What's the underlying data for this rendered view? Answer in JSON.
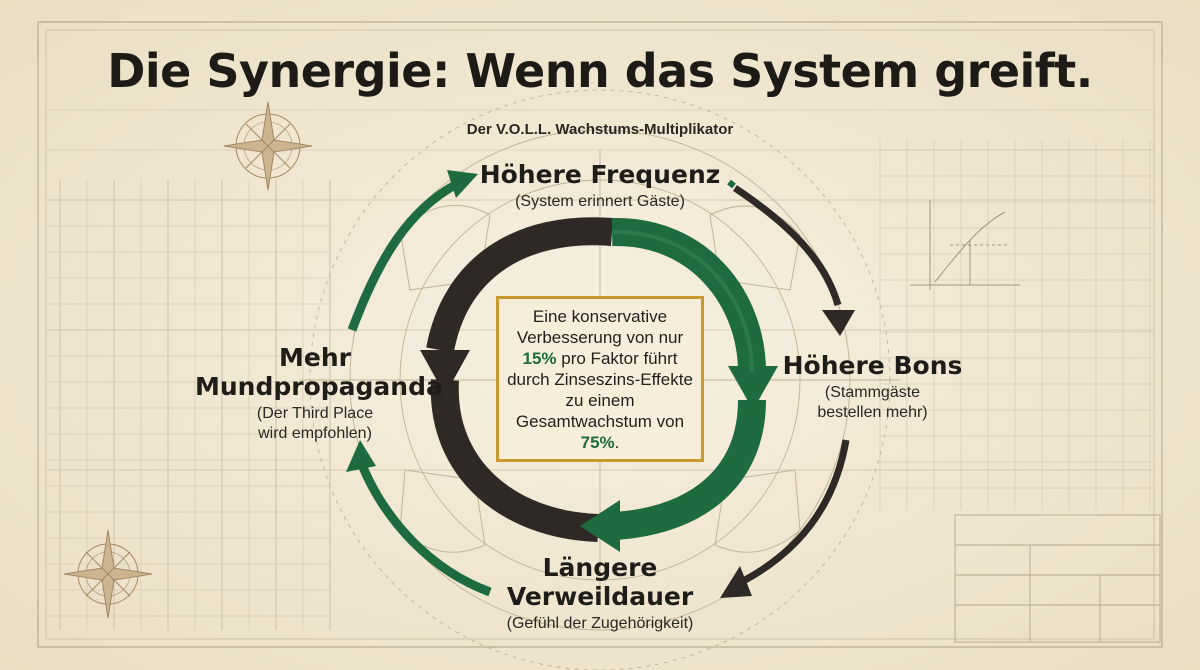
{
  "title": "Die Synergie: Wenn das System greift.",
  "subtitle": "Der V.O.L.L. Wachstums-Multiplikator",
  "colors": {
    "green": "#1d6b3e",
    "dark": "#2e2924",
    "gold": "#c8992e",
    "paper": "#f4ecda"
  },
  "nodes": {
    "top": {
      "heading": "Höhere Frequenz",
      "sub": "(System erinnert Gäste)"
    },
    "right": {
      "heading": "Höhere Bons",
      "sub_line1": "(Stammgäste",
      "sub_line2": "bestellen mehr)"
    },
    "bottom": {
      "heading_line1": "Längere",
      "heading_line2": "Verweildauer",
      "sub": "(Gefühl der Zugehörigkeit)"
    },
    "left": {
      "heading_line1": "Mehr",
      "heading_line2": "Mundpropaganda",
      "sub_line1": "(Der Third Place",
      "sub_line2": "wird empfohlen)"
    }
  },
  "center": {
    "part1": "Eine konservative Verbesserung von nur",
    "highlight1": "15%",
    "part2": "pro Faktor führt durch Zinseszins-Effekte zu einem Gesamtwachstum von",
    "highlight2": "75%",
    "part3": "."
  },
  "icons": [
    "compass-rose-icon",
    "compass-rose-icon",
    "cycle-arrows-icon"
  ]
}
